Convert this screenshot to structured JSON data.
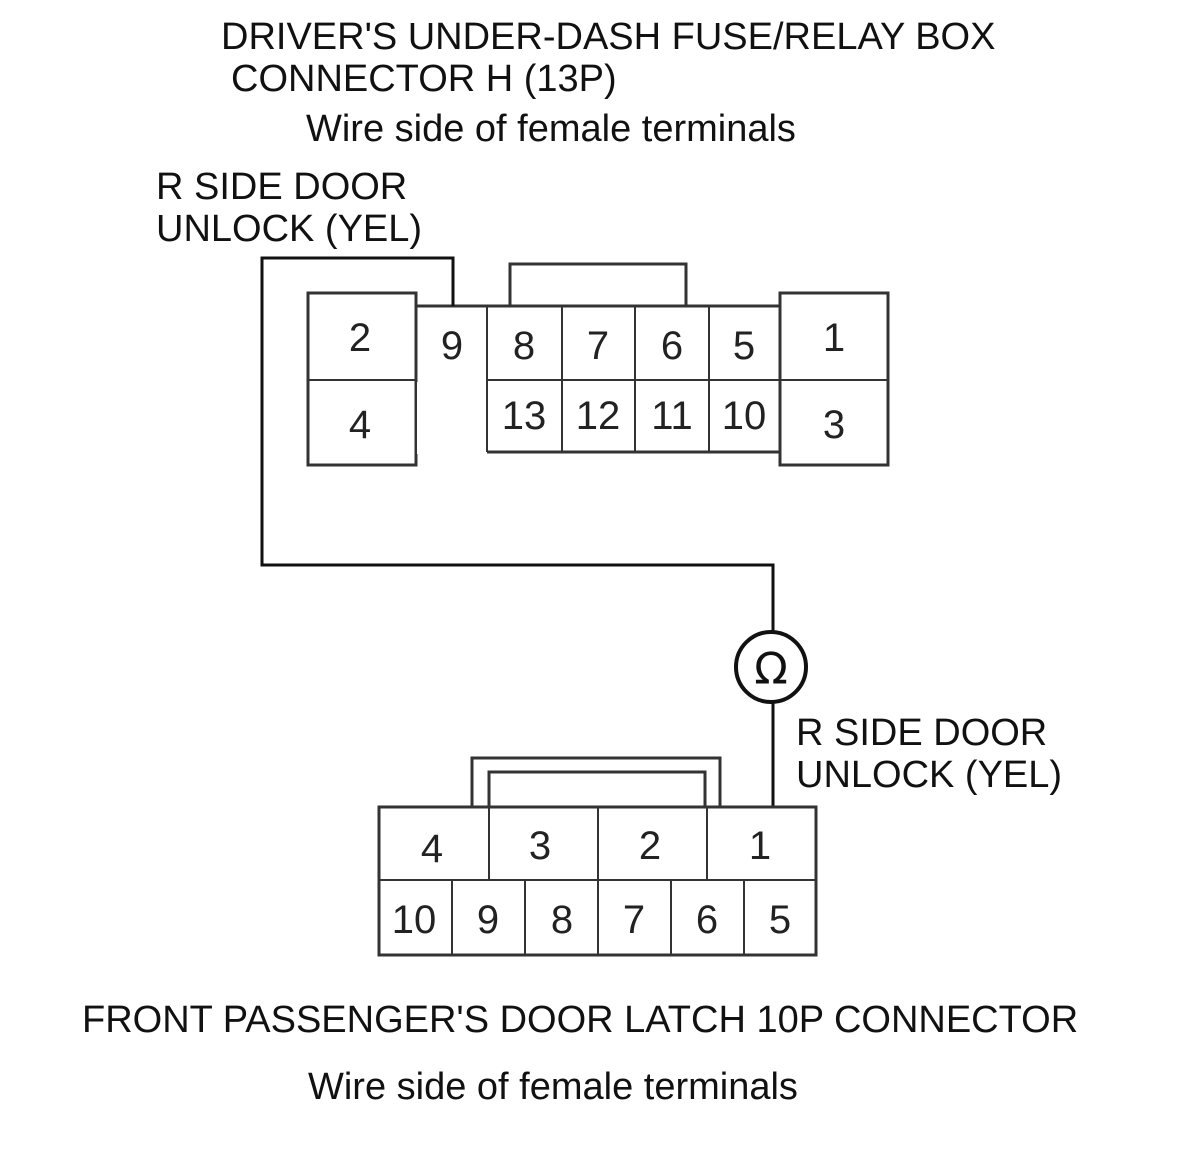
{
  "top_connector": {
    "title_line1": "DRIVER'S UNDER-DASH FUSE/RELAY BOX",
    "title_line2": "CONNECTOR H (13P)",
    "subtitle": "Wire side of female terminals",
    "wire_label_line1": "R SIDE DOOR",
    "wire_label_line2": "UNLOCK (YEL)",
    "pins": [
      "2",
      "4",
      "9",
      "8",
      "7",
      "6",
      "5",
      "13",
      "12",
      "11",
      "10",
      "1",
      "3"
    ]
  },
  "meter": {
    "symbol": "Ω",
    "icon": "ohmmeter-icon"
  },
  "bottom_connector": {
    "wire_label_line1": "R SIDE DOOR",
    "wire_label_line2": "UNLOCK (YEL)",
    "title": "FRONT PASSENGER'S DOOR LATCH 10P CONNECTOR",
    "subtitle": "Wire side of female terminals",
    "pins": [
      "4",
      "3",
      "2",
      "1",
      "10",
      "9",
      "8",
      "7",
      "6",
      "5"
    ]
  }
}
